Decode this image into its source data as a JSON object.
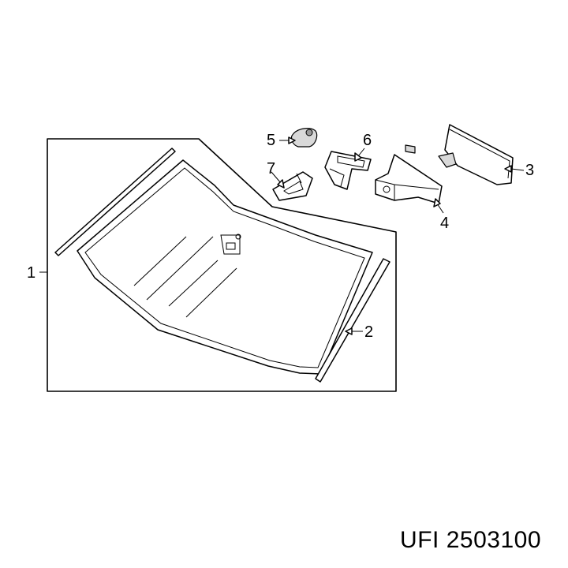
{
  "callouts": {
    "c1": "1",
    "c2": "2",
    "c3": "3",
    "c4": "4",
    "c5": "5",
    "c6": "6",
    "c7": "7"
  },
  "caption": "UFI 2503100",
  "colors": {
    "line": "#000000",
    "background": "#ffffff",
    "part_shade": "#d9d9d9"
  }
}
